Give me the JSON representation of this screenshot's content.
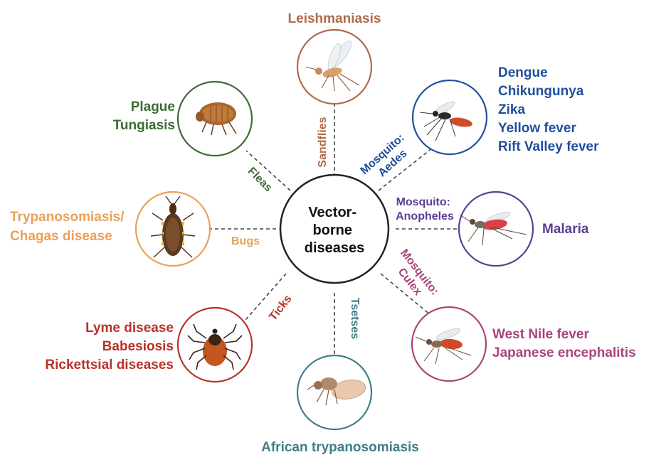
{
  "center": {
    "lines": [
      "Vector-",
      "borne",
      "diseases"
    ]
  },
  "colors": {
    "sandflies": "#b06a4a",
    "aedes": "#1f4f9c",
    "anopheles": "#5a3f93",
    "culex": "#a8457a",
    "tsetses": "#3f7e87",
    "ticks": "#b8322a",
    "bugs": "#e8a15a",
    "fleas": "#3d6b34"
  },
  "vectors": {
    "sandflies": {
      "label": "Sandflies",
      "icon": "sandfly-icon",
      "diseases": [
        "Leishmaniasis"
      ]
    },
    "aedes": {
      "label": [
        "Mosquito:",
        "Aedes"
      ],
      "icon": "aedes-mosquito-icon",
      "diseases": [
        "Dengue",
        "Chikungunya",
        "Zika",
        "Yellow fever",
        "Rift Valley fever"
      ]
    },
    "anopheles": {
      "label": [
        "Mosquito:",
        "Anopheles"
      ],
      "icon": "anopheles-mosquito-icon",
      "diseases": [
        "Malaria"
      ]
    },
    "culex": {
      "label": [
        "Mosquito:",
        "Culex"
      ],
      "icon": "culex-mosquito-icon",
      "diseases": [
        "West Nile fever",
        "Japanese encephalitis"
      ]
    },
    "tsetses": {
      "label": "Tsetses",
      "icon": "tsetse-fly-icon",
      "diseases": [
        "African trypanosomiasis"
      ]
    },
    "ticks": {
      "label": "Ticks",
      "icon": "tick-icon",
      "diseases": [
        "Lyme disease",
        "Babesiosis",
        "Rickettsial diseases"
      ]
    },
    "bugs": {
      "label": "Bugs",
      "icon": "kissing-bug-icon",
      "diseases": [
        "Trypanosomiasis/",
        "Chagas disease"
      ]
    },
    "fleas": {
      "label": "Fleas",
      "icon": "flea-icon",
      "diseases": [
        "Plague",
        "Tungiasis"
      ]
    }
  }
}
